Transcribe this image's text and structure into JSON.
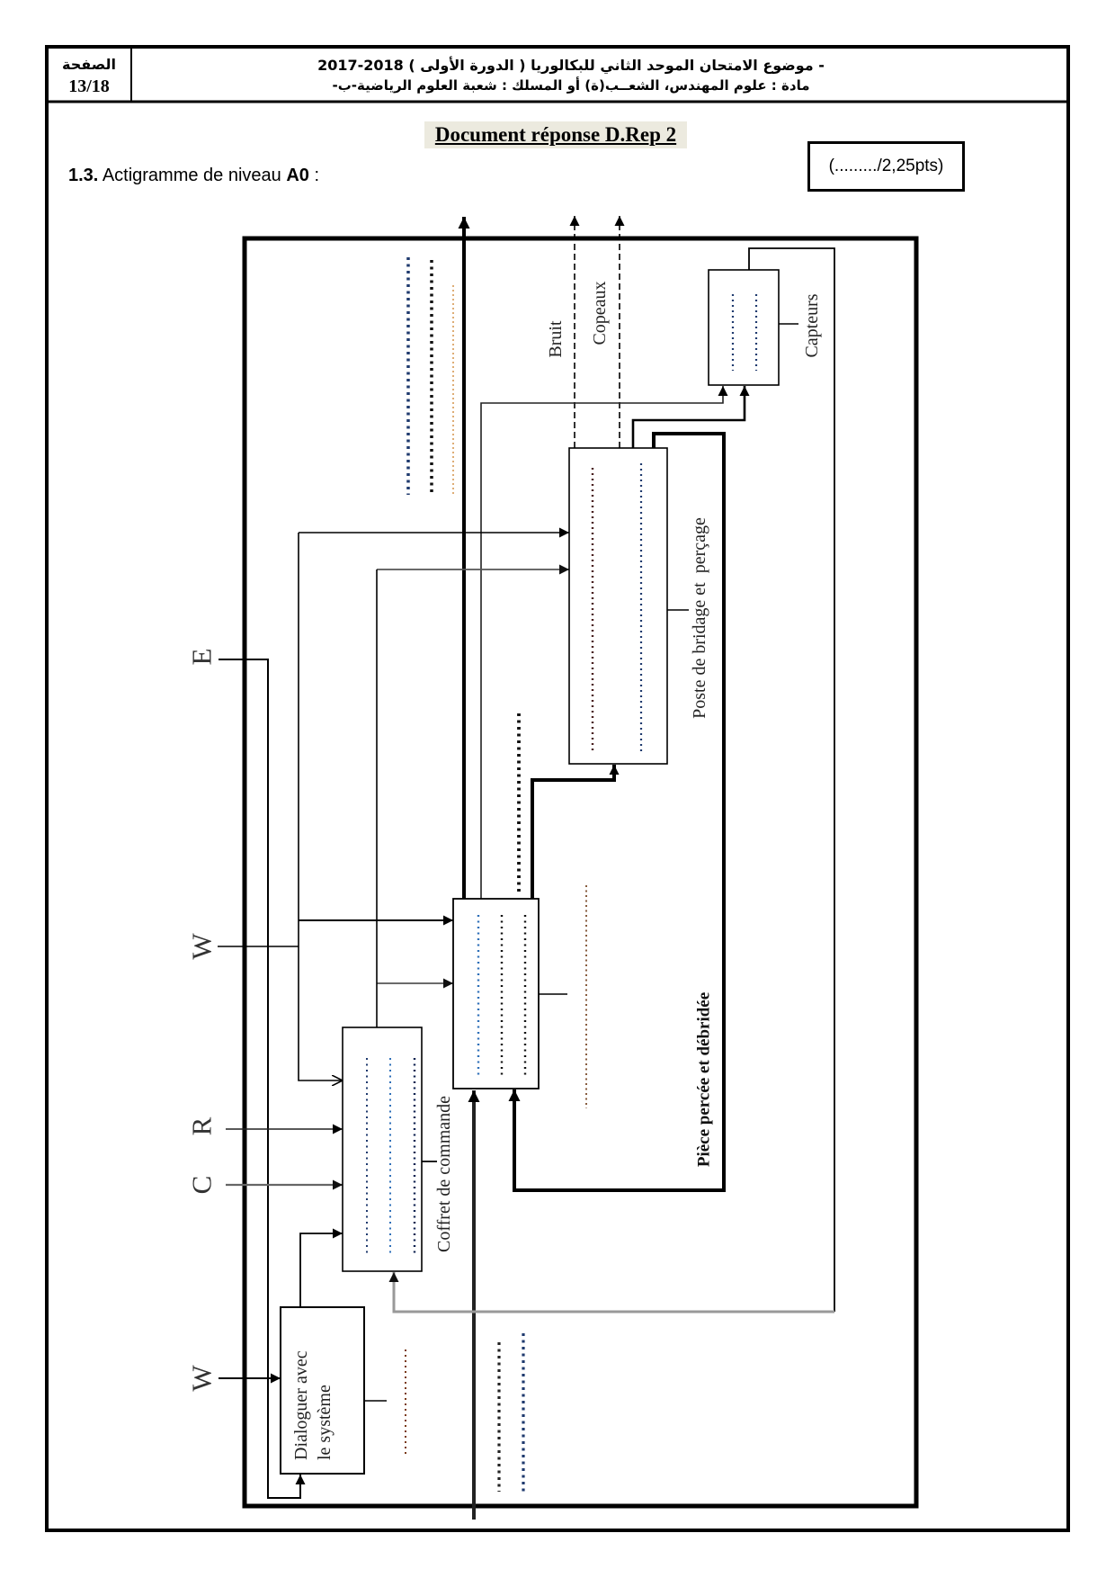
{
  "header": {
    "page_label": "الصفحة",
    "page_number": "13/18",
    "title_line1": "- موضوع الامتحان الموحد الثاني للبكالوريا ( الدورة الأولى )  2018-2017",
    "title_line2": "مادة : علوم المهندس، الشعــب(ة) أو المسلك : شعبة العلوم الرياضية-ب-"
  },
  "document_title": "Document réponse D.Rep 2",
  "question": {
    "number": "1.3.",
    "text": " Actigramme de niveau ",
    "level": "A0",
    "suffix": " :"
  },
  "score_box": "(........./2,25pts)",
  "actigram": {
    "inputs": [
      "E",
      "W",
      "R",
      "C",
      "W"
    ],
    "outputs": [
      "Bruit",
      "Copeaux"
    ],
    "mechanisms": {
      "capteurs": "Capteurs",
      "poste": "Poste de bridage et  perçage",
      "coffret": "Coffret de commande"
    },
    "flow_labels": {
      "piece": "Pièce percée et débridée"
    },
    "functions": {
      "dialoguer": [
        "Dialoguer avec",
        "le système"
      ]
    }
  }
}
